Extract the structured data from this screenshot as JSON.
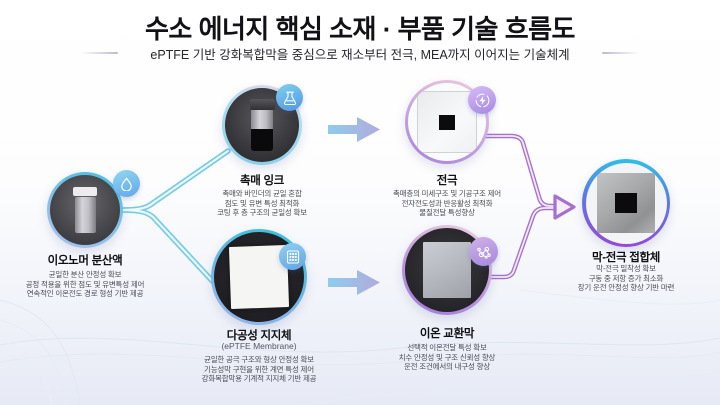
{
  "header": {
    "title": "수소 에너지 핵심 소재 ·  부품 기술 흐름도",
    "subtitle": "ePTFE 기반 강화복합막을 중심으로 재소부터 전극, MEA까지 이어지는 기술체계"
  },
  "nodes": [
    {
      "id": "ionomer-dispersion",
      "label": "이오노머 분산액",
      "icon": "water-drop-icon",
      "desc": [
        "균일한 분산 안정성 확보",
        "공정 적용을 위한 점도 및 유변특성 제어",
        "연속적인 이온전도 경로 형성 기반 제공"
      ]
    },
    {
      "id": "catalyst-ink",
      "label": "촉매 잉크",
      "icon": "flask-icon",
      "desc": [
        "촉매와 바인더의 균일 혼합",
        "점도 및 유변 특성 최적화",
        "코팅 후 층 구조의 균일성 확보"
      ]
    },
    {
      "id": "porous-support",
      "label": "다공성 지지체",
      "sublabel": "(ePTFE Membrane)",
      "icon": "membrane-grid-icon",
      "desc": [
        "균일한 공극 구조와 형상 안정성 확보",
        "기능성막 구현을 위한 계면 특성 제어",
        "강화복합막용 기계적 지지체 기반 제공"
      ]
    },
    {
      "id": "electrode",
      "label": "전극",
      "icon": "lightning-icon",
      "desc": [
        "촉매층의 미세구조 및 기공구조 제어",
        "전자전도성과 반응활성 최적화",
        "물질전달 특성향상"
      ]
    },
    {
      "id": "ion-exchange-membrane",
      "label": "이온 교환막",
      "icon": "molecule-icon",
      "desc": [
        "선택적 이온전달 특성 확보",
        "치수 안정성 및 구조 신뢰성 향상",
        "운전 조건에서의 내구성 향상"
      ]
    },
    {
      "id": "membrane-electrode-assembly",
      "label": "막-전극 접합체",
      "desc": [
        "막-전극 밀착성 확보",
        "구동 중 저항 증가 최소화",
        "장기 운전 안정성 향상 기반 마련"
      ]
    }
  ],
  "palette": {
    "cyan": "#3cc6e6",
    "blue": "#6fb6e6",
    "purple": "#a653d6",
    "arrow_gradient_start": "#8fccec",
    "arrow_gradient_end": "#b2abdc",
    "connector_blue": "#72cce4",
    "connector_purple": "#a671cc"
  }
}
